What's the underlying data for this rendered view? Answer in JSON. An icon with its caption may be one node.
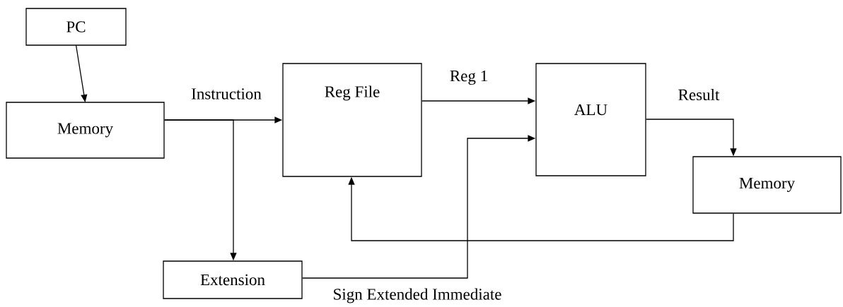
{
  "diagram": {
    "nodes": [
      {
        "text": [
          "PC"
        ]
      },
      {
        "text": [
          "Memory"
        ]
      },
      {
        "text": [
          "Reg File"
        ]
      },
      {
        "text": [
          "ALU"
        ]
      },
      {
        "text": [
          "Memory"
        ]
      },
      {
        "text": [
          "Extension"
        ]
      }
    ],
    "edges": [
      {
        "from": 0,
        "to": 1,
        "arrow": "to"
      },
      {
        "from": 1,
        "to": 2,
        "arrow": "to",
        "label": "Instruction"
      },
      {
        "from": 1,
        "to": 5,
        "arrow": "to"
      },
      {
        "from": 2,
        "to": 3,
        "arrow": "to",
        "label": "Reg 1"
      },
      {
        "from": 5,
        "to": 3,
        "arrow": "to",
        "label": "Sign Extended Immediate"
      },
      {
        "from": 3,
        "to": 4,
        "arrow": "to",
        "label": "Result"
      },
      {
        "from": 4,
        "to": 2,
        "arrow": "to"
      }
    ]
  }
}
